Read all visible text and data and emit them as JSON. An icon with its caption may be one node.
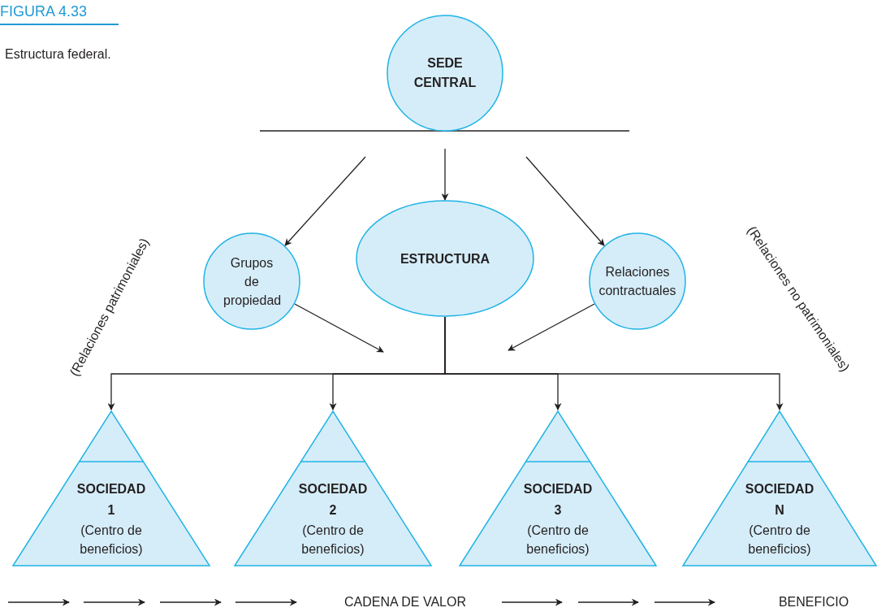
{
  "diagram": {
    "title": "FIGURA 4.33",
    "caption": "Estructura federal.",
    "nodes": [
      {
        "text": [
          "SEDE CENTRAL"
        ]
      },
      {
        "text": [
          "Grupos de propiedad"
        ]
      },
      {
        "text": [
          "ESTRUCTURA"
        ]
      },
      {
        "text": [
          "Relaciones contractuales"
        ]
      },
      {
        "text": [
          "SOCIEDAD 1",
          "(Centro de beneficios)"
        ]
      },
      {
        "text": [
          "SOCIEDAD 2",
          "(Centro de beneficios)"
        ]
      },
      {
        "text": [
          "SOCIEDAD 3",
          "(Centro de beneficios)"
        ]
      },
      {
        "text": [
          "SOCIEDAD N",
          "(Centro de beneficios)"
        ]
      }
    ],
    "edges": [
      {
        "from": null,
        "to": 1,
        "arrow": "to"
      },
      {
        "from": null,
        "to": 2,
        "arrow": "to"
      },
      {
        "from": null,
        "to": 3,
        "arrow": "to"
      },
      {
        "from": 1,
        "to": null,
        "arrow": "to"
      },
      {
        "from": 3,
        "to": null,
        "arrow": "to"
      },
      {
        "from": 2,
        "to": 4,
        "arrow": "to"
      },
      {
        "from": 2,
        "to": 5,
        "arrow": "to"
      },
      {
        "from": 2,
        "to": 6,
        "arrow": "to"
      },
      {
        "from": 2,
        "to": 7,
        "arrow": "to"
      }
    ],
    "labels": [
      "(Relaciones patrimoniales)",
      "(Relaciones no patrimoniales)",
      "CADENA DE VALOR",
      "BENEFICIO"
    ]
  }
}
